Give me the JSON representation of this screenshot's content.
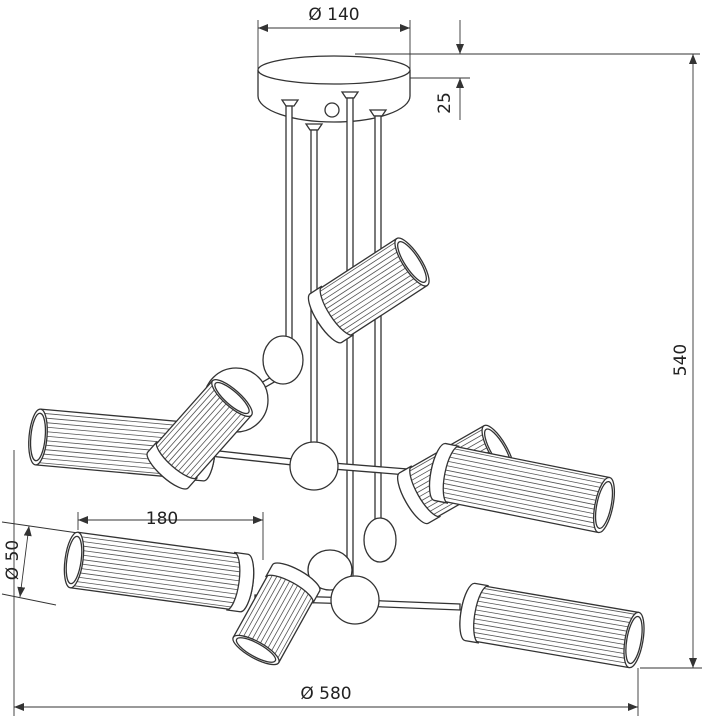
{
  "dimensions": {
    "canopy_diameter": "Ø 140",
    "canopy_height": "25",
    "total_height": "540",
    "shade_length": "180",
    "shade_diameter": "Ø 50",
    "total_diameter": "Ø 580"
  }
}
